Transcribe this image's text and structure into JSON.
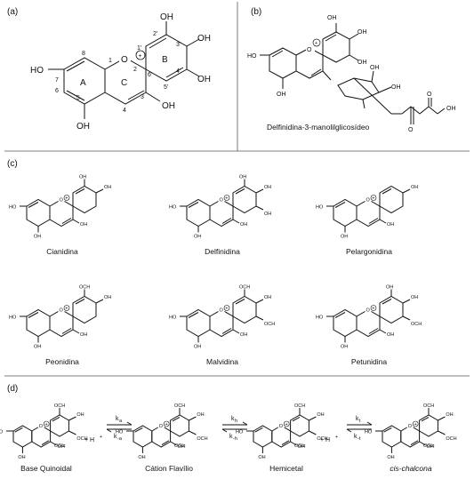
{
  "panels": {
    "a": {
      "label": "(a)",
      "ring_labels": [
        "A",
        "C",
        "B"
      ],
      "atom_numbers": [
        "1'",
        "2'",
        "3'",
        "4'",
        "5'",
        "6'",
        "8",
        "7",
        "6",
        "5",
        "4",
        "3",
        "2",
        "1"
      ],
      "substituents": [
        "HO",
        "OH",
        "OH",
        "OH",
        "OH",
        "OH"
      ],
      "oxygen": "O",
      "charge": "+"
    },
    "b": {
      "label": "(b)",
      "caption": "Delfinidina-3-manolilglicosídeo",
      "substituents": [
        "HO",
        "OH",
        "OH",
        "OH",
        "OH",
        "OH",
        "OH",
        "OH"
      ],
      "carbonyl": [
        "O",
        "O"
      ],
      "oxygen": "O",
      "charge": "+"
    },
    "c": {
      "label": "(c)",
      "compounds": [
        "Cianidina",
        "Delfinidina",
        "Pelargonidina",
        "Peonidina",
        "Malvidina",
        "Petunidina"
      ],
      "group_labels": {
        "hydroxyl": "OH",
        "hydroxyl_left": "HO",
        "methoxy": "OCH",
        "methoxy_sub": "3",
        "charge": "+",
        "oxygen": "O"
      }
    },
    "d": {
      "label": "(d)",
      "species": [
        "Base Quinoidal",
        "Cátion Flavílio",
        "Hemicetal",
        "cis-chalcona"
      ],
      "rate_constants": [
        {
          "forward": "k",
          "forward_sub": "a",
          "reverse": "k",
          "reverse_sub": "-a"
        },
        {
          "forward": "k",
          "forward_sub": "h",
          "reverse": "k",
          "reverse_sub": "-h"
        },
        {
          "forward": "k",
          "forward_sub": "t",
          "reverse": "k",
          "reverse_sub": "-t"
        }
      ],
      "proton": "+ H",
      "proton_sup": "+",
      "group_labels": {
        "glc": "OGlc",
        "methoxy": "OCH",
        "methoxy_sub": "3",
        "oh": "OH",
        "o": "O"
      }
    }
  }
}
